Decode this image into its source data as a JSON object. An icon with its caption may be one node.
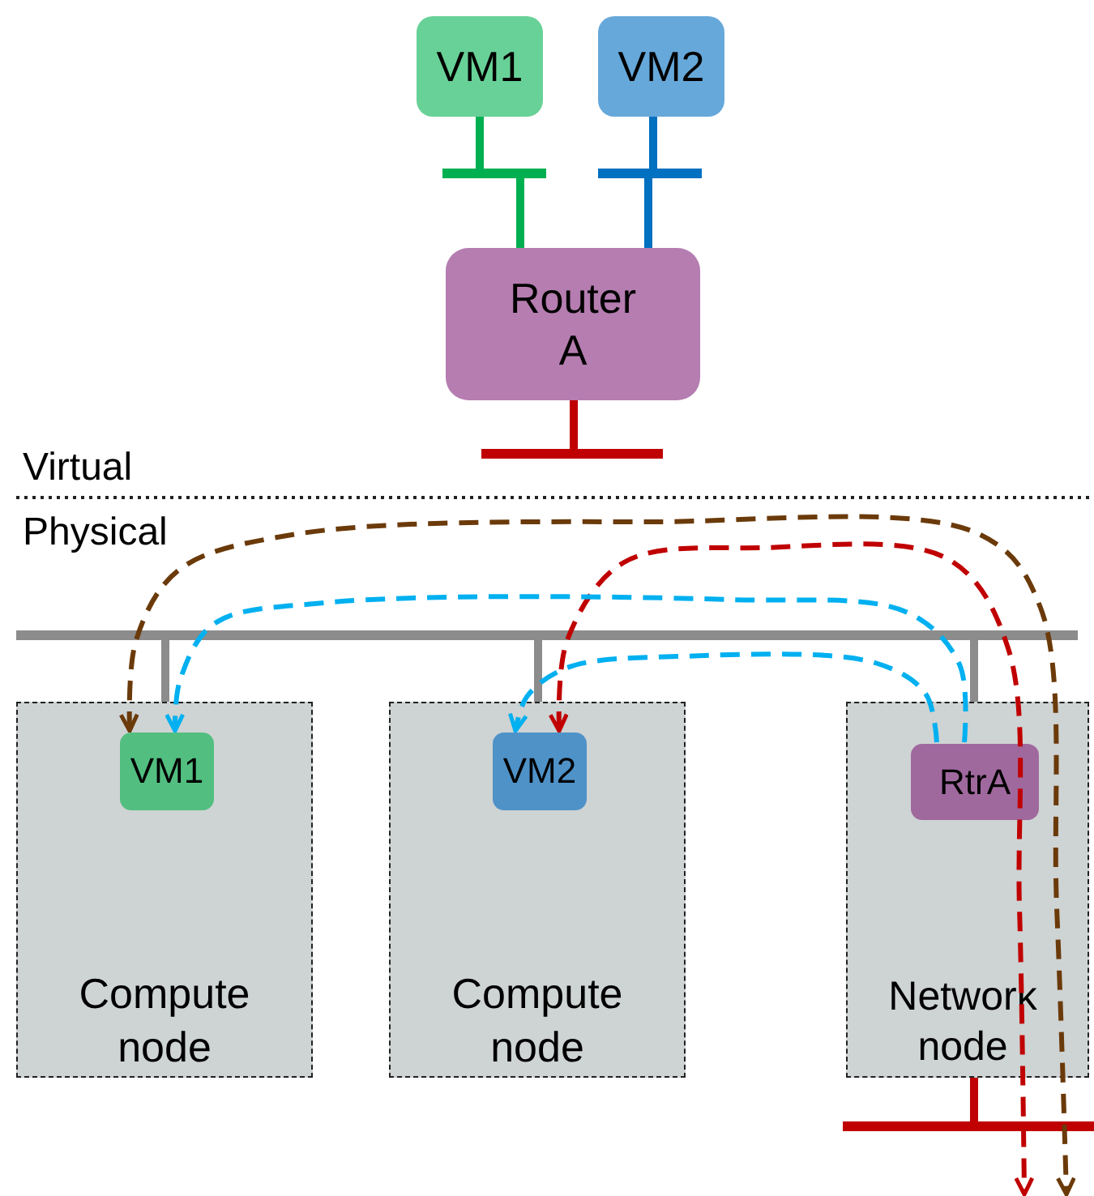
{
  "diagram": {
    "nodes": [
      {
        "text": [
          "VM1"
        ]
      },
      {
        "text": [
          "VM2"
        ]
      },
      {
        "text": [
          "Router A"
        ]
      },
      {
        "text": [],
        "shape": "bar"
      },
      {
        "text": [],
        "shape": "bar"
      },
      {
        "text": [],
        "shape": "bar"
      },
      {
        "text": [],
        "shape": "bar"
      },
      {
        "text": [
          "Compute node"
        ]
      },
      {
        "text": [
          "VM1"
        ],
        "in": 7
      },
      {
        "text": [
          "Compute node"
        ]
      },
      {
        "text": [
          "VM2"
        ],
        "in": 9
      },
      {
        "text": [
          "Network node"
        ]
      },
      {
        "text": [
          "RtrA"
        ],
        "in": 11
      },
      {
        "text": [],
        "shape": "bar"
      }
    ],
    "edges": [
      {
        "from": 0,
        "to": 3,
        "arrow": "none",
        "color": "#00b050"
      },
      {
        "from": 3,
        "to": 2,
        "arrow": "none",
        "color": "#00b050"
      },
      {
        "from": 1,
        "to": 4,
        "arrow": "none",
        "color": "#0070c0"
      },
      {
        "from": 4,
        "to": 2,
        "arrow": "none",
        "color": "#0070c0"
      },
      {
        "from": 2,
        "to": 5,
        "arrow": "none",
        "color": "#c00000"
      },
      {
        "from": 6,
        "to": 7,
        "arrow": "none",
        "color": "#8c8c8c"
      },
      {
        "from": 6,
        "to": 9,
        "arrow": "none",
        "color": "#8c8c8c"
      },
      {
        "from": 6,
        "to": 11,
        "arrow": "none",
        "color": "#8c8c8c"
      },
      {
        "from": 11,
        "to": 13,
        "arrow": "none",
        "color": "#c00000"
      },
      {
        "from": 8,
        "to": null,
        "arrow": "both",
        "style": "dashed",
        "color": "#6b3a0a"
      },
      {
        "from": 10,
        "to": null,
        "arrow": "both",
        "style": "dashed",
        "color": "#c00000"
      },
      {
        "from": 12,
        "to": 8,
        "arrow": "to",
        "style": "dashed",
        "color": "#00b0f0"
      },
      {
        "from": 12,
        "to": 10,
        "arrow": "to",
        "style": "dashed",
        "color": "#00b0f0"
      }
    ],
    "labels": [
      "Virtual",
      "Physical"
    ]
  }
}
